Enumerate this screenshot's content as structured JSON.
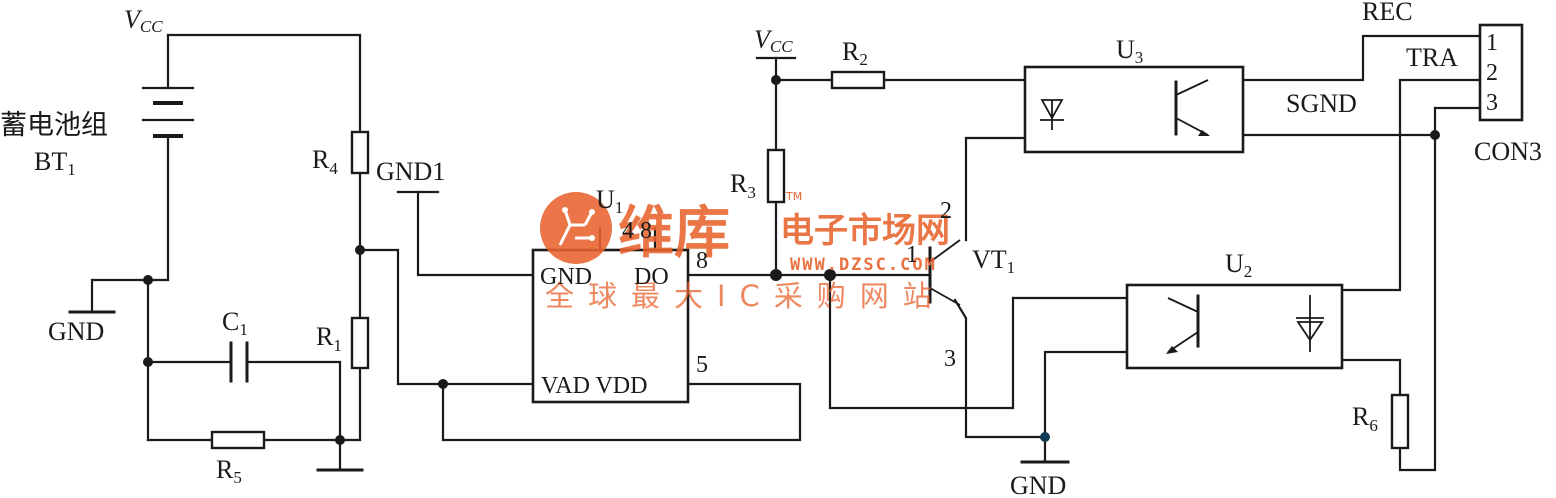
{
  "labels": {
    "vcc_left": "V",
    "vcc_left_sub": "CC",
    "vcc_mid": "V",
    "vcc_mid_sub": "CC",
    "battery_cn": "蓄电池组",
    "battery_ref": "BT",
    "battery_ref_sub": "1",
    "gnd_left": "GND",
    "gnd_bottom": "GND",
    "gnd1": "GND1",
    "c1": "C",
    "c1_sub": "1",
    "r1": "R",
    "r1_sub": "1",
    "r2": "R",
    "r2_sub": "2",
    "r3": "R",
    "r3_sub": "3",
    "r4": "R",
    "r4_sub": "4",
    "r5": "R",
    "r5_sub": "5",
    "r6": "R",
    "r6_sub": "6",
    "u1": "U",
    "u1_sub": "1",
    "u1_pin_top": "4 8",
    "u1_gnd": "GND",
    "u1_do": "DO",
    "u1_vad_vdd": "VAD VDD",
    "u1_pin8": "8",
    "u1_pin5": "5",
    "u2": "U",
    "u2_sub": "2",
    "u3": "U",
    "u3_sub": "3",
    "vt": "VT",
    "vt_sub": "1",
    "vt_pin1": "1",
    "vt_pin2": "2",
    "vt_pin3": "3",
    "rec": "REC",
    "tra": "TRA",
    "sgnd": "SGND",
    "con3": "CON3",
    "con_pin1": "1",
    "con_pin2": "2",
    "con_pin3": "3"
  },
  "watermark": {
    "brand": "维库",
    "title": "电子市场网",
    "trademark": "TM",
    "url": "WWW.DZSC.COM",
    "slogan": "全球最大IC采购网站",
    "color": "#e8622c"
  },
  "colors": {
    "ink": "#1a1a1a",
    "junction_blue": "#123a52"
  }
}
